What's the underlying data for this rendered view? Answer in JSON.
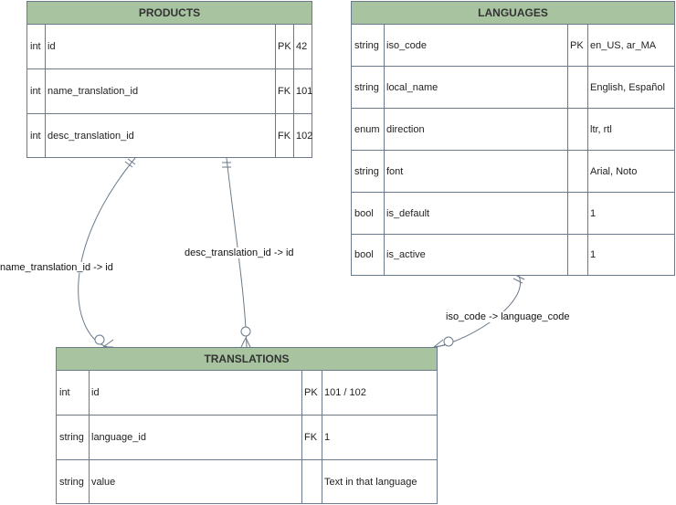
{
  "entities": {
    "products": {
      "title": "PRODUCTS",
      "rows": [
        {
          "type": "int",
          "name": "id",
          "key": "PK",
          "example": "42"
        },
        {
          "type": "int",
          "name": "name_translation_id",
          "key": "FK",
          "example": "101"
        },
        {
          "type": "int",
          "name": "desc_translation_id",
          "key": "FK",
          "example": "102"
        }
      ]
    },
    "languages": {
      "title": "LANGUAGES",
      "rows": [
        {
          "type": "string",
          "name": "iso_code",
          "key": "PK",
          "example": "en_US, ar_MA"
        },
        {
          "type": "string",
          "name": "local_name",
          "key": "",
          "example": "English, Español"
        },
        {
          "type": "enum",
          "name": "direction",
          "key": "",
          "example": "ltr, rtl"
        },
        {
          "type": "string",
          "name": "font",
          "key": "",
          "example": "Arial, Noto"
        },
        {
          "type": "bool",
          "name": "is_default",
          "key": "",
          "example": "1"
        },
        {
          "type": "bool",
          "name": "is_active",
          "key": "",
          "example": "1"
        }
      ]
    },
    "translations": {
      "title": "TRANSLATIONS",
      "rows": [
        {
          "type": "int",
          "name": "id",
          "key": "PK",
          "example": "101 / 102"
        },
        {
          "type": "string",
          "name": "language_id",
          "key": "FK",
          "example": "1"
        },
        {
          "type": "string",
          "name": "value",
          "key": "",
          "example": "Text in that language"
        }
      ]
    }
  },
  "relationships": [
    {
      "id": "rel-name",
      "label": "name_translation_id -> id"
    },
    {
      "id": "rel-desc",
      "label": "desc_translation_id -> id"
    },
    {
      "id": "rel-lang",
      "label": "iso_code -> language_code"
    }
  ]
}
